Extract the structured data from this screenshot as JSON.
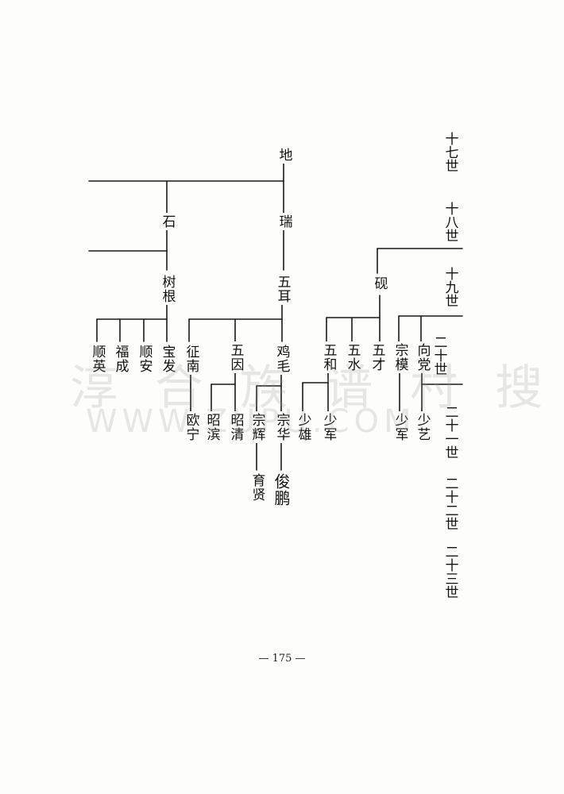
{
  "generations": [
    "十七世",
    "十八世",
    "十九世",
    "二十世",
    "二十一世",
    "二十二世",
    "二十三世"
  ],
  "persons": {
    "p_di": "地",
    "p_shi": "石",
    "p_rui": "瑞",
    "p_shugen": "树根",
    "p_wuer": "五耳",
    "p_xian": "砚",
    "p_shunying": "顺英",
    "p_fucheng": "福成",
    "p_shunan": "顺安",
    "p_baofa": "宝发",
    "p_zhengnan": "征南",
    "p_wuyin": "五因",
    "p_jimao": "鸡毛",
    "p_wuhe": "五和",
    "p_wushui": "五水",
    "p_wucai": "五才",
    "p_zongmo": "宗模",
    "p_xiangdang": "向党",
    "p_oning": "欧宁",
    "p_zhaobin": "昭滨",
    "p_zhaoqing": "昭清",
    "p_zonghui": "宗辉",
    "p_zonghua": "宗华",
    "p_shaoxiong": "少雄",
    "p_shaojun1": "少军",
    "p_shaojun2": "少军",
    "p_shaoyi": "少艺",
    "p_yuxian": "育贤",
    "p_junpeng": "俊鹏"
  },
  "watermark": {
    "line1": "淳 合 族 谱 村 搜 网",
    "line2": "WWW.ZUPU.COM"
  },
  "page_number": "— 175 —"
}
